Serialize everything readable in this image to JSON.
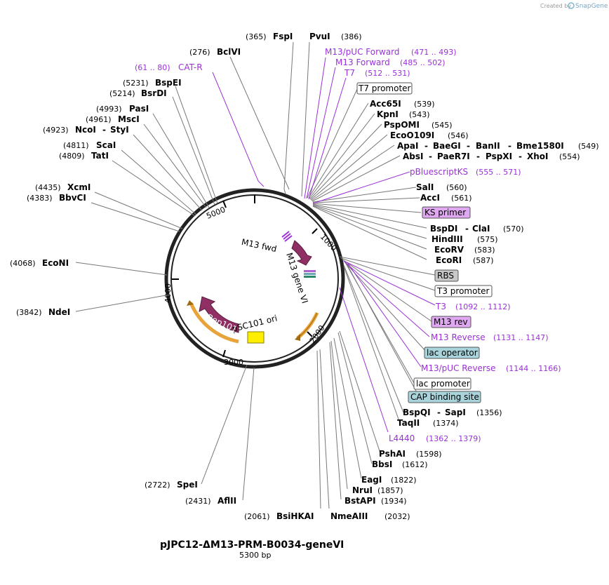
{
  "credit": {
    "text": "Created by",
    "brand": "SnapGene"
  },
  "plasmid": {
    "name": "pJPC12-ΔM13-PRM-B0034-geneVI",
    "size": "5300 bp"
  },
  "ticks": [
    "1000",
    "2000",
    "3000",
    "4000",
    "5000"
  ],
  "enzymes": [
    {
      "name": "FspI",
      "pos": "(365)"
    },
    {
      "name": "PvuI",
      "pos": "(386)"
    },
    {
      "name": "BclVI",
      "pos": "(276)"
    },
    {
      "name": "BspEI",
      "pos": "(5231)"
    },
    {
      "name": "BsrDI",
      "pos": "(5214)"
    },
    {
      "name": "PasI",
      "pos": "(4993)"
    },
    {
      "name": "MscI",
      "pos": "(4961)"
    },
    {
      "name": "NcoI",
      "pos": "(4923)",
      "partner": "StyI"
    },
    {
      "name": "ScaI",
      "pos": "(4811)"
    },
    {
      "name": "TatI",
      "pos": "(4809)"
    },
    {
      "name": "XcmI",
      "pos": "(4435)"
    },
    {
      "name": "BbvCI",
      "pos": "(4383)"
    },
    {
      "name": "EcoNI",
      "pos": "(4068)"
    },
    {
      "name": "NdeI",
      "pos": "(3842)"
    },
    {
      "name": "SpeI",
      "pos": "(2722)"
    },
    {
      "name": "AflII",
      "pos": "(2431)"
    },
    {
      "name": "BsiHKAI",
      "pos": "(2061)"
    },
    {
      "name": "NmeAIII",
      "pos": "(2032)"
    },
    {
      "name": "BstAPI",
      "pos": "(1934)"
    },
    {
      "name": "NruI",
      "pos": "(1857)"
    },
    {
      "name": "EagI",
      "pos": "(1822)"
    },
    {
      "name": "BbsI",
      "pos": "(1612)"
    },
    {
      "name": "PshAI",
      "pos": "(1598)"
    },
    {
      "name": "TaqII",
      "pos": "(1374)"
    },
    {
      "name": "BspQI",
      "partner": "SapI",
      "pos": "(1356)"
    },
    {
      "name": "EcoRI",
      "pos": "(587)"
    },
    {
      "name": "EcoRV",
      "pos": "(583)"
    },
    {
      "name": "HindIII",
      "pos": "(575)"
    },
    {
      "name": "BspDI",
      "partner": "ClaI",
      "pos": "(570)"
    },
    {
      "name": "AccI",
      "pos": "(561)"
    },
    {
      "name": "SalI",
      "pos": "(560)"
    },
    {
      "name": "AbsI",
      "partner": "PaeR7I",
      "partner2": "PspXI",
      "partner3": "XhoI",
      "pos": "(554)"
    },
    {
      "name": "ApaI",
      "partner": "BaeGI",
      "partner2": "BanII",
      "partner3": "Bme1580I",
      "pos": "(549)"
    },
    {
      "name": "EcoO109I",
      "pos": "(546)"
    },
    {
      "name": "PspOMI",
      "pos": "(545)"
    },
    {
      "name": "KpnI",
      "pos": "(543)"
    },
    {
      "name": "Acc65I",
      "pos": "(539)"
    }
  ],
  "primers": [
    {
      "name": "M13/pUC Forward",
      "pos": "(471 .. 493)"
    },
    {
      "name": "M13 Forward",
      "pos": "(485 .. 502)"
    },
    {
      "name": "T7",
      "pos": "(512 .. 531)"
    },
    {
      "name": "CAT-R",
      "pos": "(61 .. 80)"
    },
    {
      "name": "pBluescriptKS",
      "pos": "(555 .. 571)"
    },
    {
      "name": "T3",
      "pos": "(1092 .. 1112)"
    },
    {
      "name": "M13 Reverse",
      "pos": "(1131 .. 1147)"
    },
    {
      "name": "M13/pUC Reverse",
      "pos": "(1144 .. 1166)"
    },
    {
      "name": "L4440",
      "pos": "(1362 .. 1379)"
    }
  ],
  "boxed": [
    {
      "name": "T7 promoter",
      "fill": "#ffffff"
    },
    {
      "name": "KS primer",
      "fill": "#e0a8f0"
    },
    {
      "name": "RBS",
      "fill": "#c8c8c8"
    },
    {
      "name": "T3 promoter",
      "fill": "#ffffff"
    },
    {
      "name": "M13 rev",
      "fill": "#e0a8f0"
    },
    {
      "name": "lac operator",
      "fill": "#a9d4dc"
    },
    {
      "name": "lac promoter",
      "fill": "#ffffff"
    },
    {
      "name": "CAP binding site",
      "fill": "#a9d4dc"
    }
  ],
  "features": [
    {
      "name": "M13 fwd"
    },
    {
      "name": "M13 gene VI"
    },
    {
      "name": "pSC101 ori"
    },
    {
      "name": "Rep101"
    }
  ],
  "colors": {
    "primer": "#9b30d9",
    "cds": "#8f2f63",
    "ori": "#ffee00",
    "arrow_orange": "#e8a33a",
    "backbone": "#222222"
  }
}
